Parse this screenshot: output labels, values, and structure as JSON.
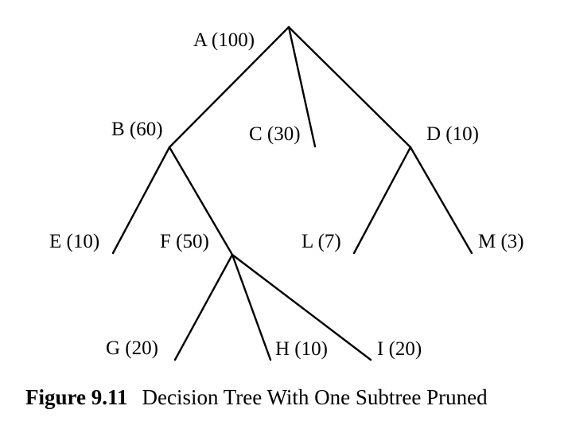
{
  "nodes": {
    "A": "A (100)",
    "B": "B (60)",
    "C": "C (30)",
    "D": "D (10)",
    "E": "E (10)",
    "F": "F (50)",
    "L": "L (7)",
    "M": "M (3)",
    "G": "G (20)",
    "H": "H (10)",
    "I": "I (20)"
  },
  "caption": {
    "number": "Figure 9.11",
    "text": "Decision Tree With One Subtree Pruned"
  }
}
